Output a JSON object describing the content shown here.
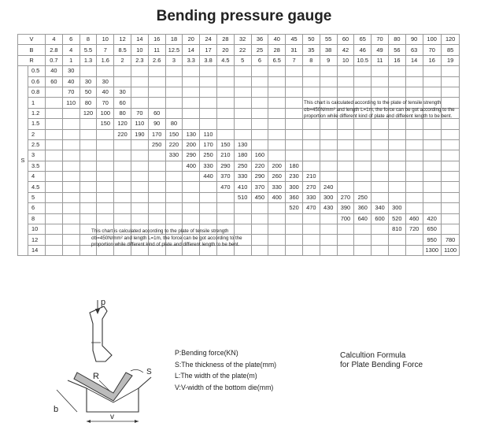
{
  "title": "Bending pressure gauge",
  "table": {
    "labels": {
      "V": "V",
      "B": "B",
      "R": "R",
      "S": "S"
    },
    "V": [
      "4",
      "6",
      "8",
      "10",
      "12",
      "14",
      "16",
      "18",
      "20",
      "24",
      "28",
      "32",
      "36",
      "40",
      "45",
      "50",
      "55",
      "60",
      "65",
      "70",
      "80",
      "90",
      "100",
      "120"
    ],
    "B": [
      "2.8",
      "4",
      "5.5",
      "7",
      "8.5",
      "10",
      "11",
      "12.5",
      "14",
      "17",
      "20",
      "22",
      "25",
      "28",
      "31",
      "35",
      "38",
      "42",
      "46",
      "49",
      "56",
      "63",
      "70",
      "85"
    ],
    "R": [
      "0.7",
      "1",
      "1.3",
      "1.6",
      "2",
      "2.3",
      "2.6",
      "3",
      "3.3",
      "3.8",
      "4.5",
      "5",
      "6",
      "6.5",
      "7",
      "8",
      "9",
      "10",
      "10.5",
      "11",
      "16",
      "14",
      "16",
      "19"
    ],
    "rows": [
      {
        "s": "0.5",
        "values": [
          "40",
          "30",
          "",
          "",
          "",
          "",
          "",
          "",
          "",
          "",
          "",
          "",
          "",
          "",
          "",
          "",
          "",
          "",
          "",
          "",
          "",
          "",
          "",
          ""
        ]
      },
      {
        "s": "0.6",
        "values": [
          "60",
          "40",
          "30",
          "30",
          "",
          "",
          "",
          "",
          "",
          "",
          "",
          "",
          "",
          "",
          "",
          "",
          "",
          "",
          "",
          "",
          "",
          "",
          "",
          ""
        ]
      },
      {
        "s": "0.8",
        "values": [
          "",
          "70",
          "50",
          "40",
          "30",
          "",
          "",
          "",
          "",
          "",
          "",
          "",
          "",
          "",
          "",
          "",
          "",
          "",
          "",
          "",
          "",
          "",
          "",
          ""
        ]
      },
      {
        "s": "1",
        "values": [
          "",
          "110",
          "80",
          "70",
          "60",
          "",
          "",
          "",
          "",
          "",
          "",
          "",
          "",
          "",
          "",
          "",
          "",
          "",
          "",
          "",
          "",
          "",
          "",
          ""
        ]
      },
      {
        "s": "1.2",
        "values": [
          "",
          "",
          "120",
          "100",
          "80",
          "70",
          "60",
          "",
          "",
          "",
          "",
          "",
          "",
          "",
          "",
          "",
          "",
          "",
          "",
          "",
          "",
          "",
          "",
          ""
        ]
      },
      {
        "s": "1.5",
        "values": [
          "",
          "",
          "",
          "150",
          "120",
          "110",
          "90",
          "80",
          "",
          "",
          "",
          "",
          "",
          "",
          "",
          "",
          "",
          "",
          "",
          "",
          "",
          "",
          "",
          ""
        ]
      },
      {
        "s": "2",
        "values": [
          "",
          "",
          "",
          "",
          "220",
          "190",
          "170",
          "150",
          "130",
          "110",
          "",
          "",
          "",
          "",
          "",
          "",
          "",
          "",
          "",
          "",
          "",
          "",
          "",
          ""
        ]
      },
      {
        "s": "2.5",
        "values": [
          "",
          "",
          "",
          "",
          "",
          "",
          "250",
          "220",
          "200",
          "170",
          "150",
          "130",
          "",
          "",
          "",
          "",
          "",
          "",
          "",
          "",
          "",
          "",
          "",
          ""
        ]
      },
      {
        "s": "3",
        "values": [
          "",
          "",
          "",
          "",
          "",
          "",
          "",
          "330",
          "290",
          "250",
          "210",
          "180",
          "160",
          "",
          "",
          "",
          "",
          "",
          "",
          "",
          "",
          "",
          "",
          ""
        ]
      },
      {
        "s": "3.5",
        "values": [
          "",
          "",
          "",
          "",
          "",
          "",
          "",
          "",
          "400",
          "330",
          "290",
          "250",
          "220",
          "200",
          "180",
          "",
          "",
          "",
          "",
          "",
          "",
          "",
          "",
          ""
        ]
      },
      {
        "s": "4",
        "values": [
          "",
          "",
          "",
          "",
          "",
          "",
          "",
          "",
          "",
          "440",
          "370",
          "330",
          "290",
          "260",
          "230",
          "210",
          "",
          "",
          "",
          "",
          "",
          "",
          "",
          ""
        ]
      },
      {
        "s": "4.5",
        "values": [
          "",
          "",
          "",
          "",
          "",
          "",
          "",
          "",
          "",
          "",
          "470",
          "410",
          "370",
          "330",
          "300",
          "270",
          "240",
          "",
          "",
          "",
          "",
          "",
          "",
          ""
        ]
      },
      {
        "s": "5",
        "values": [
          "",
          "",
          "",
          "",
          "",
          "",
          "",
          "",
          "",
          "",
          "",
          "510",
          "450",
          "400",
          "360",
          "330",
          "300",
          "270",
          "250",
          "",
          "",
          "",
          "",
          ""
        ]
      },
      {
        "s": "6",
        "values": [
          "",
          "",
          "",
          "",
          "",
          "",
          "",
          "",
          "",
          "",
          "",
          "",
          "",
          "",
          "520",
          "470",
          "430",
          "390",
          "360",
          "340",
          "300",
          "",
          "",
          ""
        ]
      },
      {
        "s": "8",
        "values": [
          "",
          "",
          "",
          "",
          "",
          "",
          "",
          "",
          "",
          "",
          "",
          "",
          "",
          "",
          "",
          "",
          "",
          "700",
          "640",
          "600",
          "520",
          "460",
          "420",
          ""
        ]
      },
      {
        "s": "10",
        "values": [
          "",
          "",
          "",
          "",
          "",
          "",
          "",
          "",
          "",
          "",
          "",
          "",
          "",
          "",
          "",
          "",
          "",
          "",
          "",
          "",
          "810",
          "720",
          "650",
          ""
        ]
      },
      {
        "s": "12",
        "values": [
          "",
          "",
          "",
          "",
          "",
          "",
          "",
          "",
          "",
          "",
          "",
          "",
          "",
          "",
          "",
          "",
          "",
          "",
          "",
          "",
          "",
          "",
          "950",
          "780"
        ]
      },
      {
        "s": "14",
        "values": [
          "",
          "",
          "",
          "",
          "",
          "",
          "",
          "",
          "",
          "",
          "",
          "",
          "",
          "",
          "",
          "",
          "",
          "",
          "",
          "",
          "",
          "",
          "1300",
          "1100"
        ]
      }
    ]
  },
  "notes": {
    "note1_text": "This chart is calculated according to the plate of tensile strength σb=450N/mm² and length L=1m, the force can be got according to the proportion while different kind of plate and different length to be bent.",
    "note2_text": "This chart is calculated according to the plate of tensile strength σb=450N/mm² and length L=1m, the force can be got according to the proportion while different kind of plate and different length to be bent."
  },
  "diagram": {
    "p": "p",
    "r": "R",
    "s": "S",
    "b": "b",
    "v": "v"
  },
  "legend": {
    "p": "P:Bending force(KN)",
    "s": "S:The thickness of the plate(mm)",
    "l": "L:The width of the plate(m)",
    "v": "V:V-width of the bottom die(mm)"
  },
  "formula": {
    "line1": "Calcultion Formula",
    "line2": "for Plate Bending Force"
  }
}
